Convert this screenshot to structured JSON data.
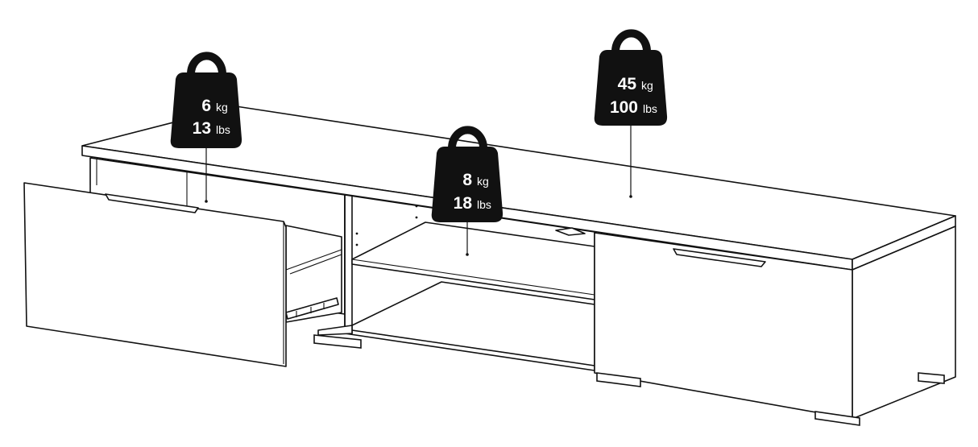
{
  "weights": [
    {
      "id": "left",
      "metric_value": "6",
      "metric_unit": "kg",
      "imperial_value": "13",
      "imperial_unit": "lbs"
    },
    {
      "id": "middle",
      "metric_value": "8",
      "metric_unit": "kg",
      "imperial_value": "18",
      "imperial_unit": "lbs"
    },
    {
      "id": "right",
      "metric_value": "45",
      "metric_unit": "kg",
      "imperial_value": "100",
      "imperial_unit": "lbs"
    }
  ]
}
